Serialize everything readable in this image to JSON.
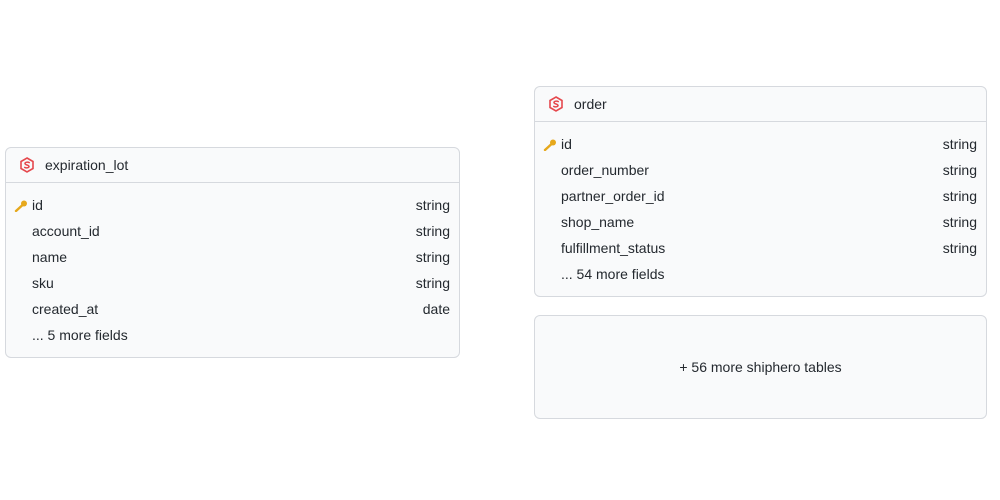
{
  "tables": [
    {
      "name": "expiration_lot",
      "fields": [
        {
          "name": "id",
          "type": "string"
        },
        {
          "name": "account_id",
          "type": "string"
        },
        {
          "name": "name",
          "type": "string"
        },
        {
          "name": "sku",
          "type": "string"
        },
        {
          "name": "created_at",
          "type": "date"
        }
      ],
      "more_fields": "... 5 more fields"
    },
    {
      "name": "order",
      "fields": [
        {
          "name": "id",
          "type": "string"
        },
        {
          "name": "order_number",
          "type": "string"
        },
        {
          "name": "partner_order_id",
          "type": "string"
        },
        {
          "name": "shop_name",
          "type": "string"
        },
        {
          "name": "fulfillment_status",
          "type": "string"
        }
      ],
      "more_fields": "... 54 more fields"
    }
  ],
  "more_tables": "+ 56 more shiphero tables",
  "colors": {
    "logo": "#e5484d",
    "key": "#e6a81c",
    "border": "#d6d9de"
  },
  "icons": {
    "table_logo": "shiphero-logo-icon",
    "primary_key": "key-icon"
  }
}
